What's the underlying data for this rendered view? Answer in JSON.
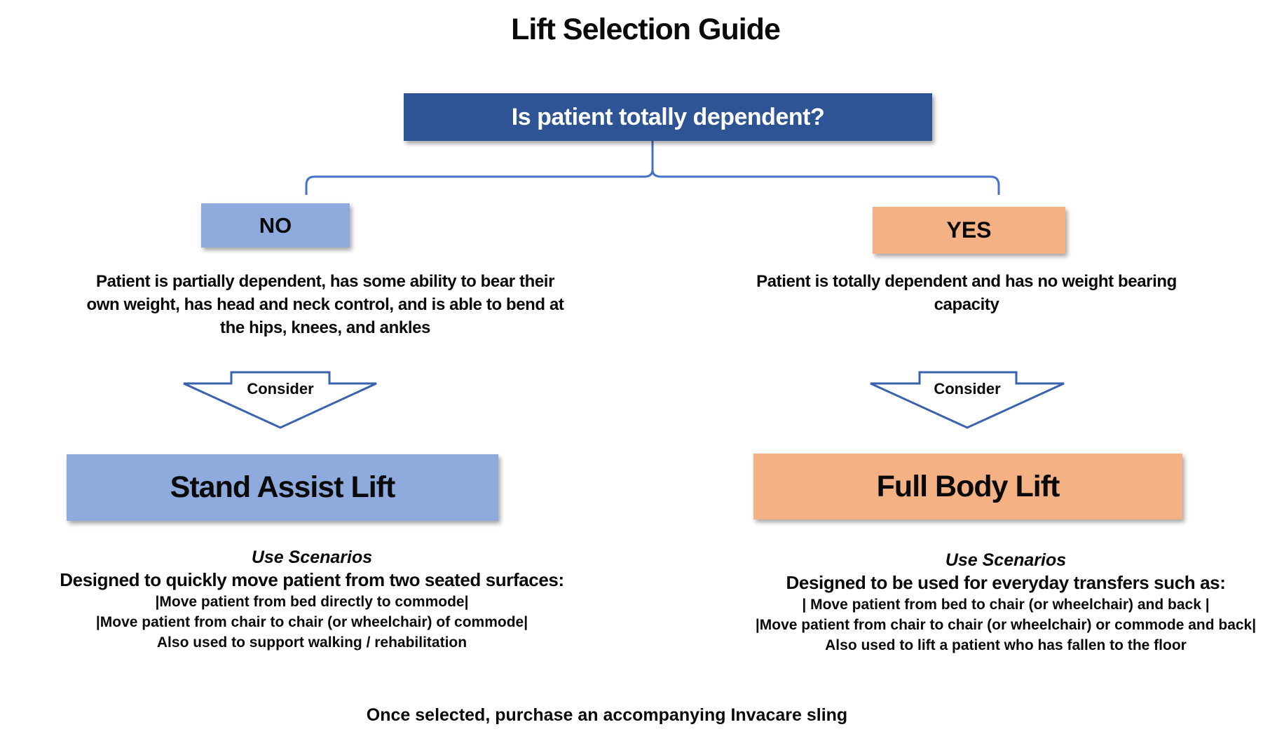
{
  "title": "Lift Selection Guide",
  "question_box": {
    "label": "Is patient totally dependent?"
  },
  "no_branch": {
    "answer_label": "NO",
    "description_lines": [
      "Patient is partially dependent, has some ability to bear their",
      "own weight, has head and neck control, and is able to bend at",
      "the hips, knees, and ankles"
    ],
    "consider_label": "Consider",
    "result_label": "Stand Assist Lift",
    "scenarios_heading": "Use Scenarios",
    "scenarios_intro": "Designed to quickly move patient from two seated surfaces:",
    "scenario_items": [
      "|Move patient from bed directly to commode|",
      "|Move patient from chair to chair (or wheelchair) of commode|",
      "Also used to support walking / rehabilitation"
    ]
  },
  "yes_branch": {
    "answer_label": "YES",
    "description_lines": [
      "Patient is totally dependent and has no weight bearing",
      "capacity"
    ],
    "consider_label": "Consider",
    "result_label": "Full Body Lift",
    "scenarios_heading": "Use Scenarios",
    "scenarios_intro": "Designed to be used for everyday transfers such as:",
    "scenario_items": [
      "| Move patient from bed to chair (or wheelchair) and back |",
      "|Move patient from chair to chair (or wheelchair) or commode and back|",
      "Also used to lift a patient who has fallen to the floor"
    ]
  },
  "footer_note": "Once selected, purchase an accompanying Invacare sling",
  "colors": {
    "question_bg": "#2F5496",
    "question_text": "#FFFFFF",
    "no_bg": "#8FAADC",
    "yes_bg": "#F4B183",
    "connector_blue": "#4472C4",
    "arrow_outline_blue": "#3A62AD",
    "text": "#111111"
  }
}
